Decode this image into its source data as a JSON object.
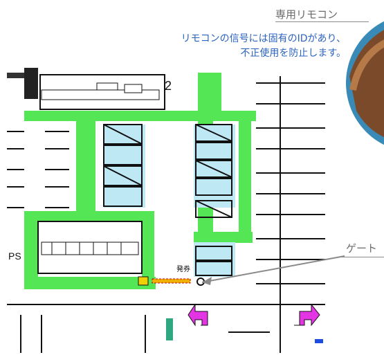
{
  "callout": {
    "remote_title": "専用リモコン",
    "remote_note_line1": "リモコンの信号には固有のIDがあり、",
    "remote_note_line2": "不正使用を防止します。",
    "gate_label": "ゲート"
  },
  "map": {
    "area_number": "2",
    "left_letters": "PS",
    "ticket_mark": "発券"
  },
  "colors": {
    "route": "#55e655",
    "accent_blue": "#2b63c0",
    "arrow_magenta": "#e335e3",
    "stall_blue": "#bfe8f5",
    "gate_bar": "#f0b000"
  }
}
